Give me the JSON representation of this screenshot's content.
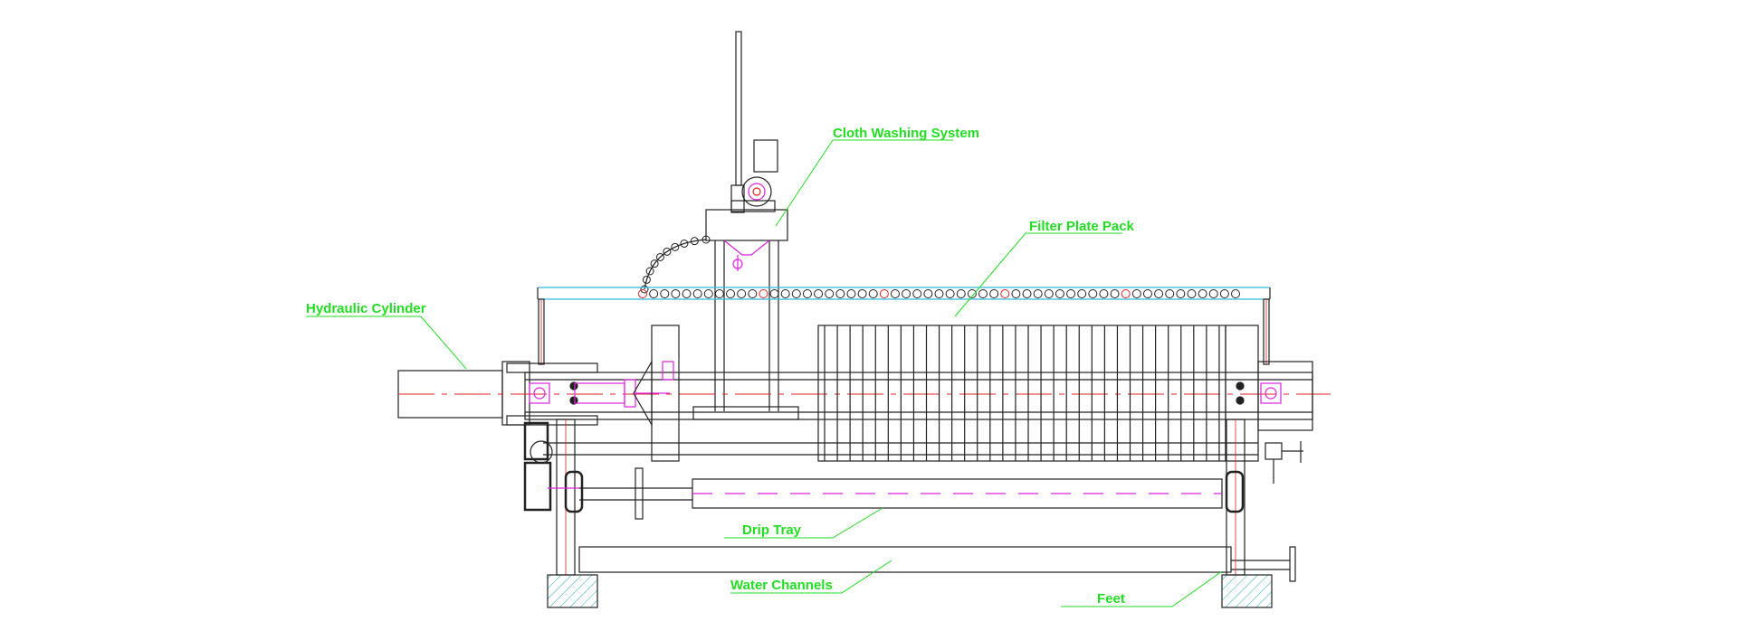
{
  "labels": {
    "cloth_washing": "Cloth Washing System",
    "filter_plate_pack": "Filter Plate Pack",
    "hydraulic_cylinder": "Hydraulic Cylinder",
    "drip_tray": "Drip Tray",
    "water_channels": "Water Channels",
    "feet": "Feet"
  },
  "colors": {
    "label": "#22dd22",
    "line": "#222222",
    "accent_magenta": "#dd22dd",
    "accent_red": "#dd2222",
    "accent_cyan": "#33bbdd",
    "hatch": "#22aaaa"
  },
  "plate_count": 32,
  "nozzle_count": 55
}
